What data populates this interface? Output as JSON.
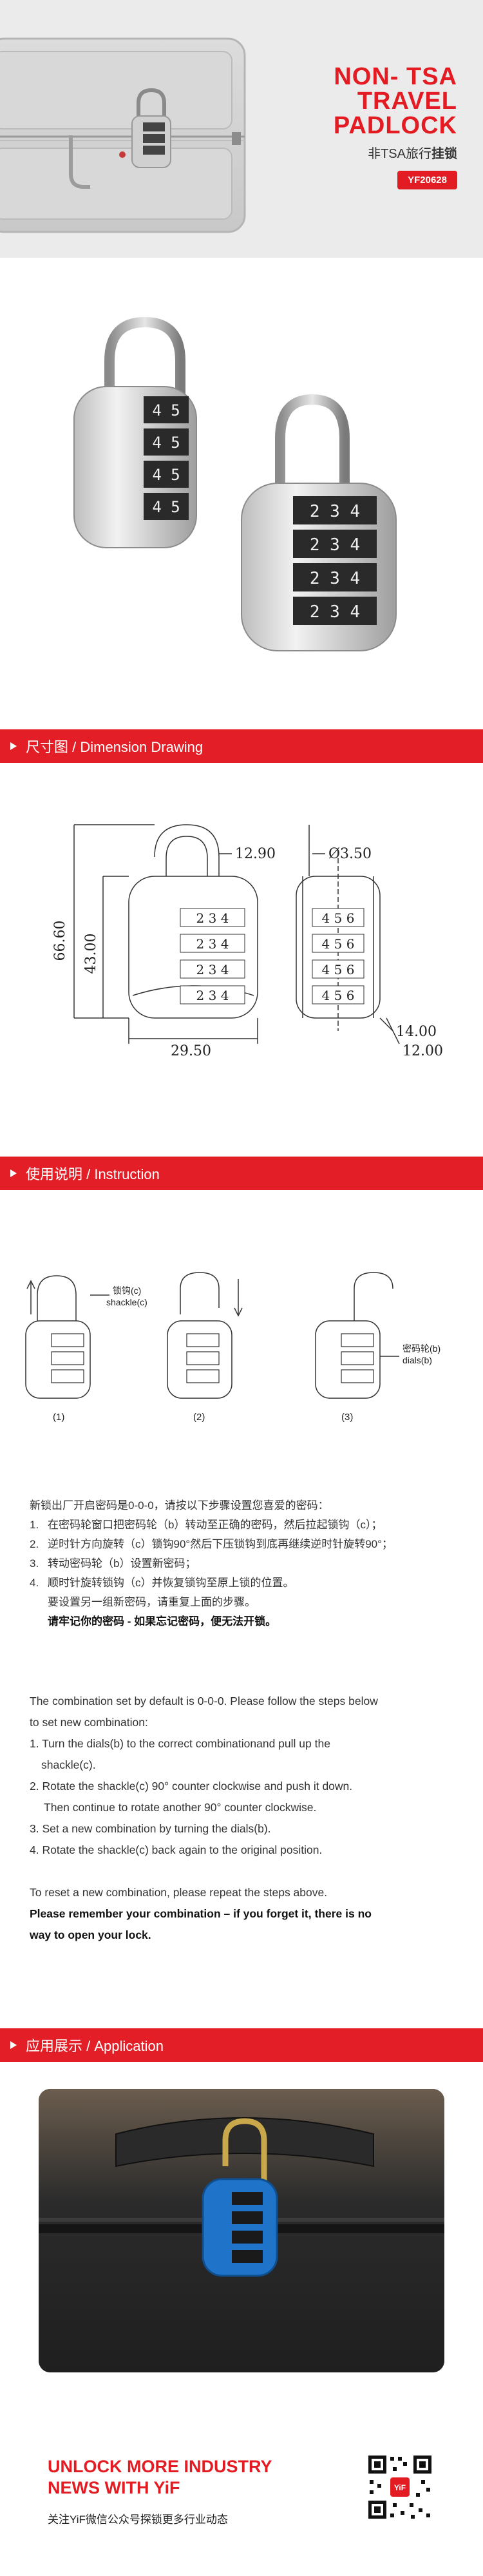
{
  "hero": {
    "title_line1": "NON- TSA",
    "title_line2": "TRAVEL",
    "title_line3": "PADLOCK",
    "subtitle_regular": "非TSA旅行",
    "subtitle_bold": "挂锁",
    "model": "YF20628"
  },
  "sections": {
    "dimension": "尺寸图 / Dimension Drawing",
    "instruction": "使用说明 / Instruction",
    "application": "应用展示 / Application"
  },
  "dimension": {
    "width_top": "12.90",
    "height_total": "66.60",
    "height_body": "43.00",
    "width_body": "29.50",
    "shackle_dia": "Ø3.50",
    "depth_top": "14.00",
    "depth_bottom": "12.00",
    "dial_digits": [
      "2",
      "3",
      "4"
    ],
    "side_digits": [
      "4",
      "5",
      "6"
    ]
  },
  "instruction_figure": {
    "shackle_label_cn": "锁钩(c)",
    "shackle_label_en": "shackle(c)",
    "dials_label_cn": "密码轮(b)",
    "dials_label_en": "dials(b)",
    "step1": "(1)",
    "step2": "(2)",
    "step3": "(3)"
  },
  "cn_text": {
    "intro": "新锁出厂开启密码是0-0-0，请按以下步骤设置您喜爱的密码：",
    "steps": [
      {
        "n": "1.",
        "t": "在密码轮窗口把密码轮（b）转动至正确的密码，然后拉起锁钩（c）；"
      },
      {
        "n": "2.",
        "t": "逆时针方向旋转（c）锁钩90°然后下压锁钩到底再继续逆时针旋转90°；"
      },
      {
        "n": "3.",
        "t": "转动密码轮（b）设置新密码；"
      },
      {
        "n": "4.",
        "t": "顺时针旋转锁钩（c）并恢复锁钩至原上锁的位置。"
      }
    ],
    "reset": "要设置另一组新密码，请重复上面的步骤。",
    "warning": "请牢记你的密码 - 如果忘记密码，便无法开锁。"
  },
  "en_text": {
    "intro1": "The combination set by default is 0-0-0. Please follow the steps below",
    "intro2": "to set new combination:",
    "s1a": "1. Turn the dials(b) to the correct combinationand pull up the",
    "s1b": "shackle(c).",
    "s2a": "2. Rotate the shackle(c) 90° counter clockwise and push it down.",
    "s2b": "Then continue to rotate another 90° counter clockwise.",
    "s3": "3. Set a new combination by turning the dials(b).",
    "s4": "4. Rotate the shackle(c) back again to the original position.",
    "reset": "To reset a new combination, please repeat the steps above.",
    "warn1": "Please remember your combination – if you forget it, there is no",
    "warn2": "way to open your lock."
  },
  "footer": {
    "title_line1": "UNLOCK MORE INDUSTRY",
    "title_line2": "NEWS WITH YiF",
    "subtitle": "关注YiF微信公众号探锁更多行业动态",
    "qr_center": "YiF"
  },
  "colors": {
    "brand_red": "#e31b23",
    "lock_blue": "#1f74c9"
  }
}
